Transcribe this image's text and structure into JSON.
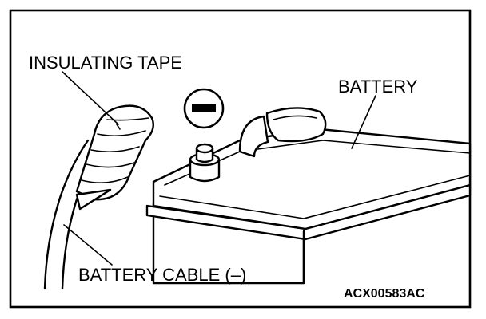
{
  "labels": {
    "insulating_tape": "INSULATING TAPE",
    "battery": "BATTERY",
    "battery_cable": "BATTERY CABLE (–)",
    "figure_code": "ACX00583AC"
  },
  "symbols": {
    "negative_sign": "negative-terminal-symbol"
  },
  "colors": {
    "ink": "#000000",
    "paper": "#ffffff"
  }
}
